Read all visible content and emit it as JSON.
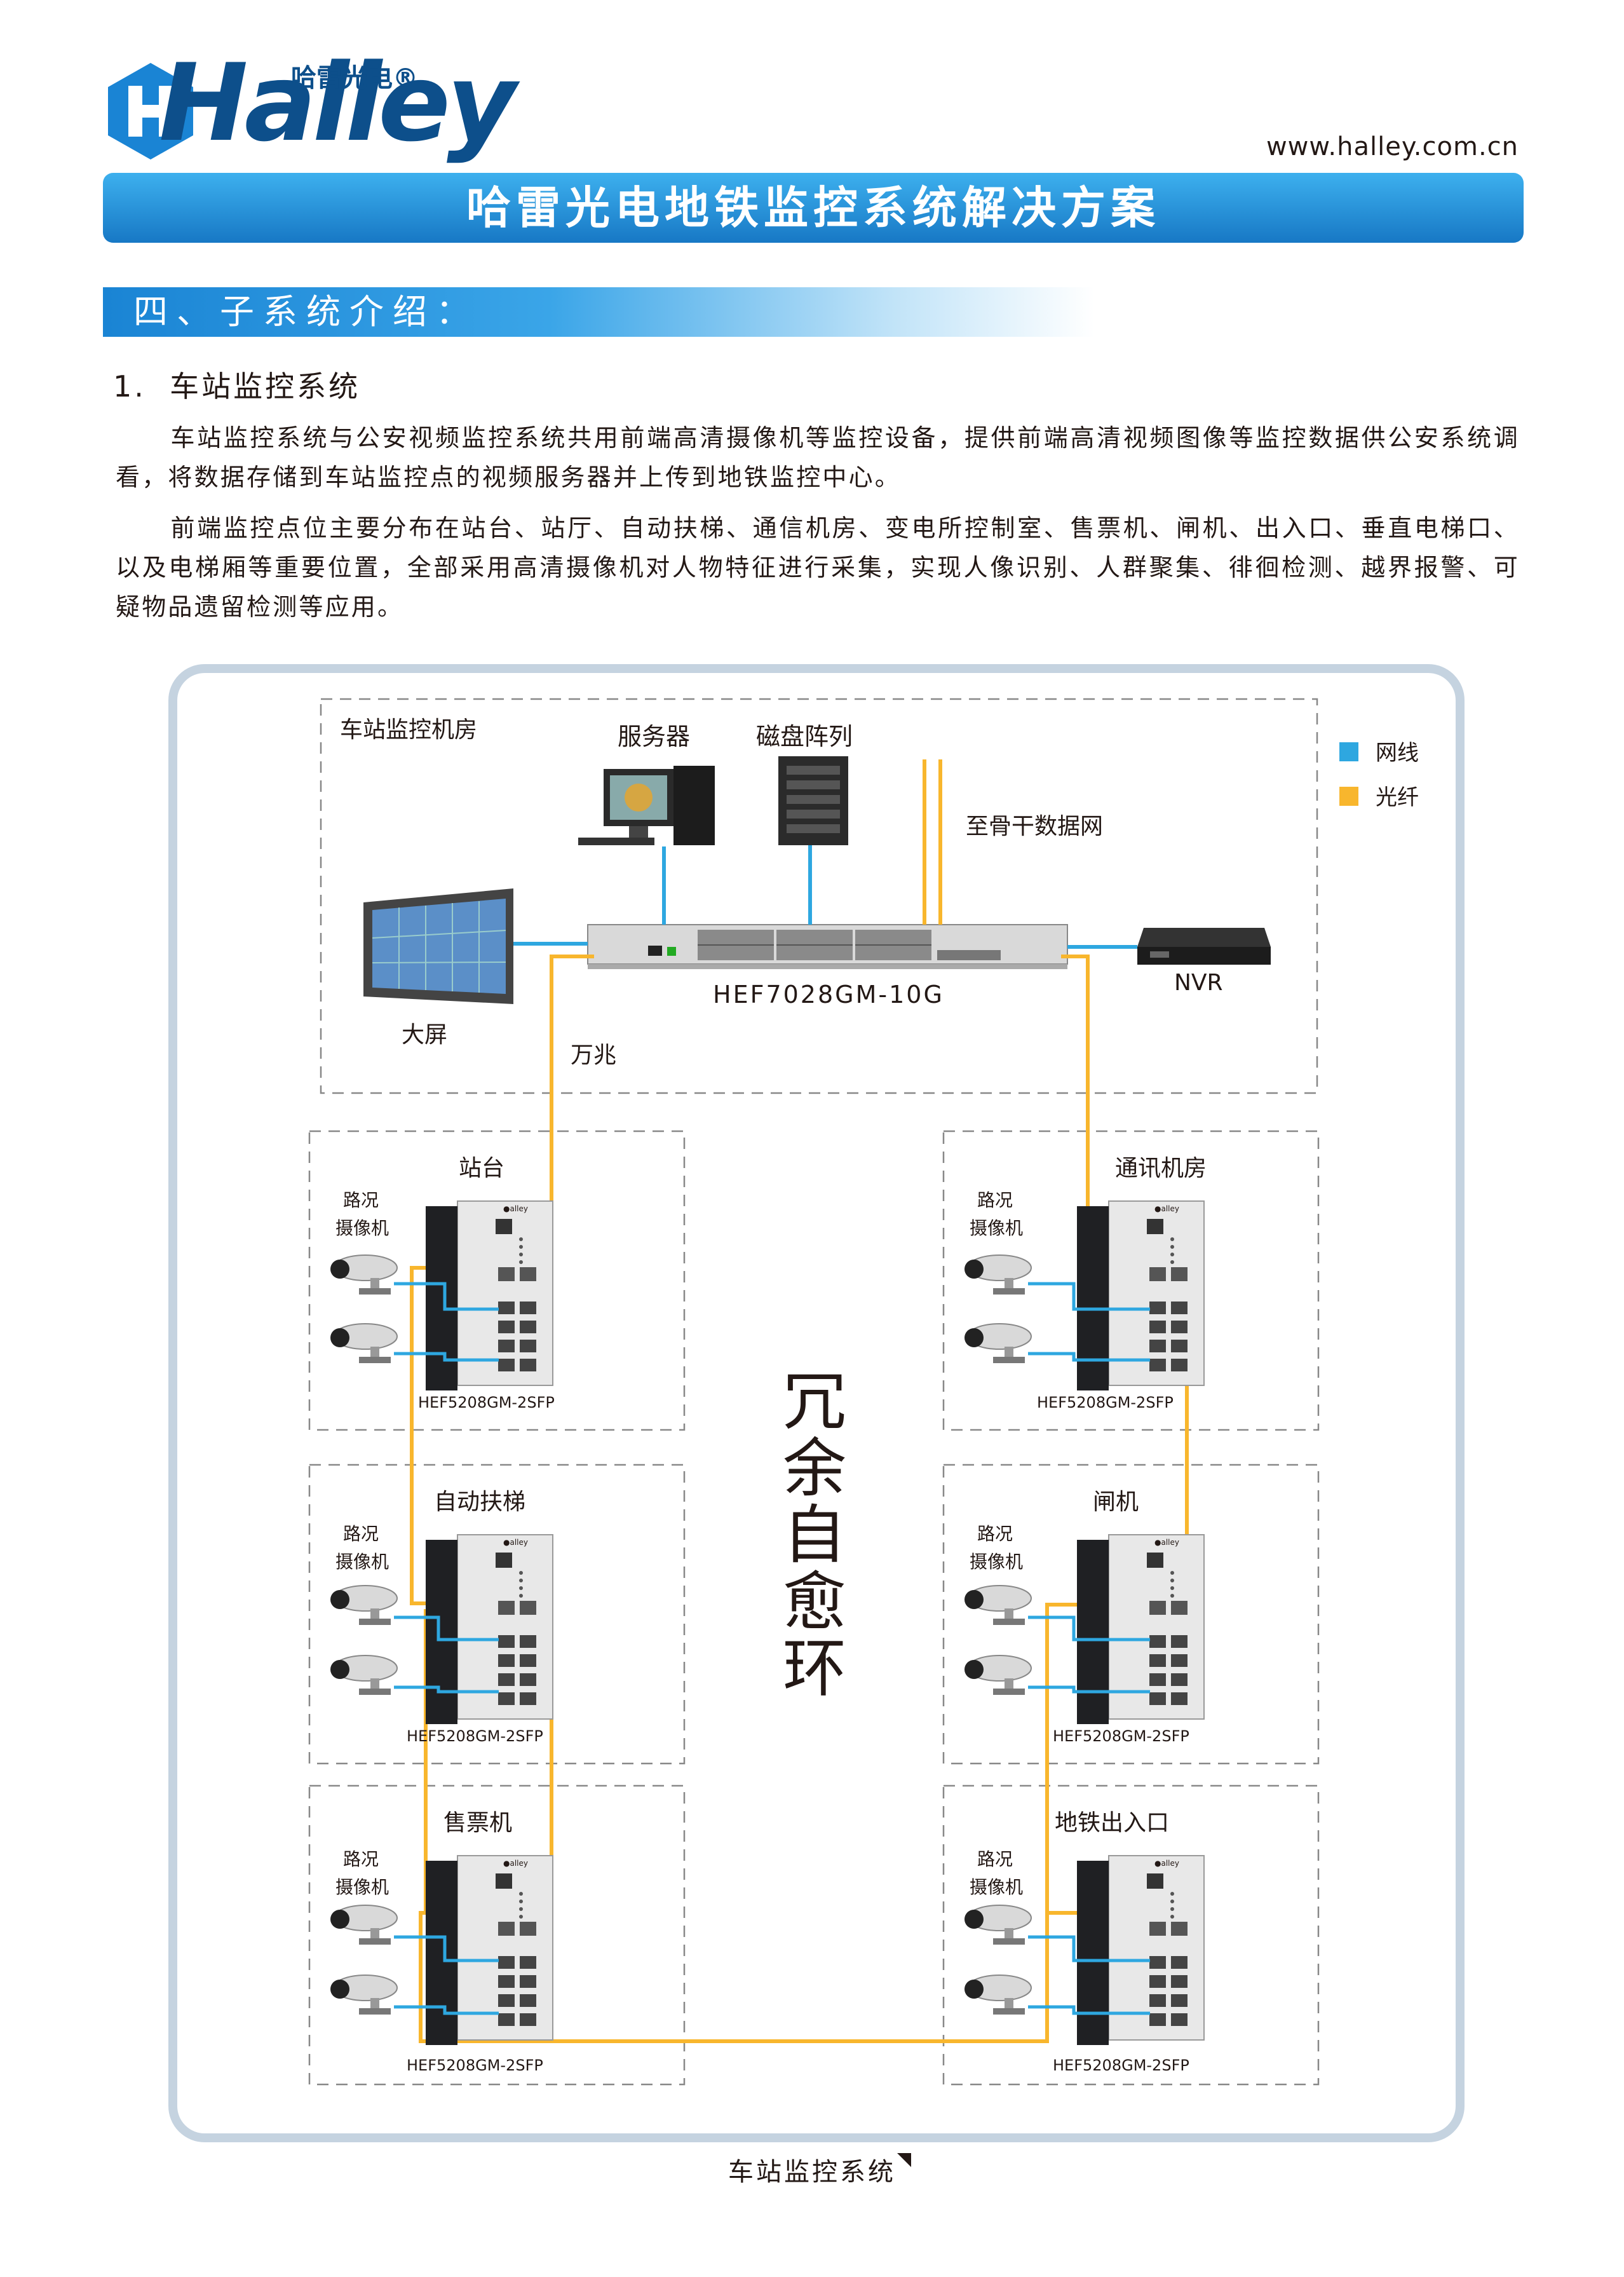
{
  "header": {
    "logo_word": "Halley",
    "logo_cn": "哈雷光电®",
    "website": "www.halley.com.cn",
    "title": "哈雷光电地铁监控系统解决方案"
  },
  "section": {
    "heading": "四、子系统介绍：",
    "sub_heading": "1.  车站监控系统",
    "para1": "车站监控系统与公安视频监控系统共用前端高清摄像机等监控设备，提供前端高清视频图像等监控数据供公安系统调看，将数据存储到车站监控点的视频服务器并上传到地铁监控中心。",
    "para2": "前端监控点位主要分布在站台、站厅、自动扶梯、通信机房、变电所控制室、售票机、闸机、出入口、垂直电梯口、以及电梯厢等重要位置，全部采用高清摄像机对人物特征进行采集，实现人像识别、人群聚集、徘徊检测、越界报警、可疑物品遗留检测等应用。"
  },
  "diagram": {
    "room_label": "车站监控机房",
    "server_label": "服务器",
    "disk_label": "磁盘阵列",
    "backbone_label": "至骨干数据网",
    "screen_label": "大屏",
    "core_switch_model": "HEF7028GM-10G",
    "nvr_label": "NVR",
    "wanzhao_label": "万兆",
    "ring_label": "冗余自愈环",
    "legend": [
      {
        "label": "网线",
        "color": "#2ea7e0"
      },
      {
        "label": "光纤",
        "color": "#f8b62d"
      }
    ],
    "camera_label_1": "路况",
    "camera_label_2": "摄像机",
    "nodes": [
      {
        "title": "站台",
        "model": "HEF5208GM-2SFP"
      },
      {
        "title": "自动扶梯",
        "model": "HEF5208GM-2SFP"
      },
      {
        "title": "售票机",
        "model": "HEF5208GM-2SFP"
      },
      {
        "title": "通讯机房",
        "model": "HEF5208GM-2SFP"
      },
      {
        "title": "闸机",
        "model": "HEF5208GM-2SFP"
      },
      {
        "title": "地铁出入口",
        "model": "HEF5208GM-2SFP"
      }
    ]
  },
  "caption": "车站监控系统"
}
